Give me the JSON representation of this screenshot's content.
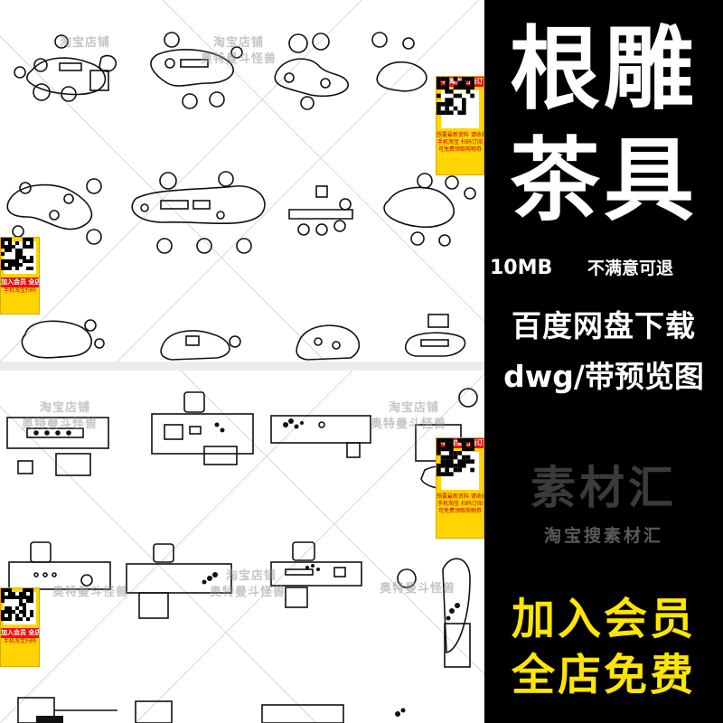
{
  "ad": {
    "title_line1": "根雕",
    "title_line2": "茶具",
    "file_size": "10MB",
    "refund_note": "不满意可退",
    "download_note": "百度网盘下载",
    "format_note": "dwg/带预览图",
    "brand_name": "素材汇",
    "brand_search": "淘宝搜素材汇",
    "promo_line1": "加入会员",
    "promo_line2": "全店免费"
  },
  "preview": {
    "watermark_shop": "淘宝店铺",
    "watermark_name": "奥特曼斗怪兽",
    "qr_head": "手机淘宝 扫码订阅",
    "qr_foot1": "想要最新资料 请收藏本店",
    "qr_foot2": "手机淘宝 扫码订阅",
    "qr_foot3": "可免费领取购物券",
    "qr_head_left": "加入会员 全店免费",
    "qr_foot_left": "手机淘宝扫码"
  },
  "colors": {
    "background": "#000000",
    "promo_yellow": "#ffe600",
    "brand_gray": "#3b3b3b",
    "qr_yellow": "#ffd400",
    "qr_red": "#e11111"
  }
}
